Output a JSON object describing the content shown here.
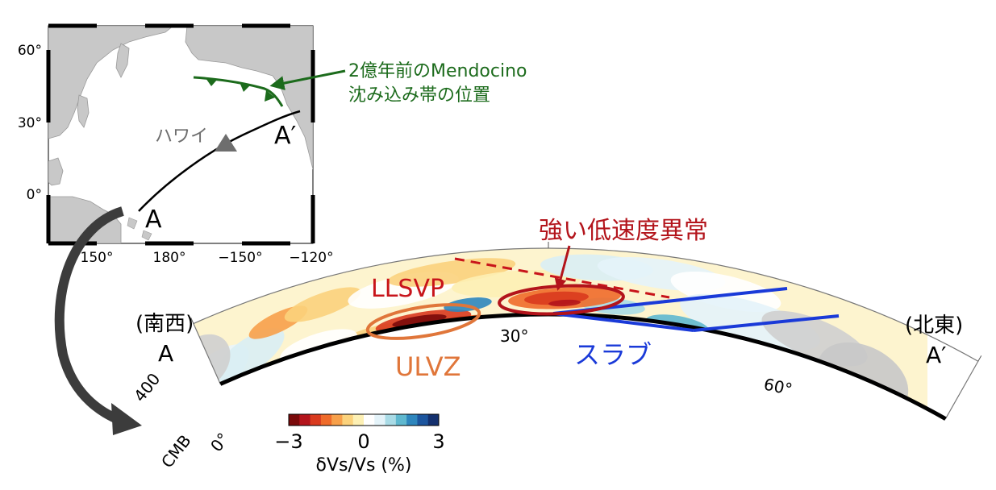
{
  "map": {
    "lat_labels": [
      "60°",
      "30°",
      "0°"
    ],
    "lon_labels": [
      "150°",
      "180°",
      "−150°",
      "−120°"
    ],
    "hawaii_label": "ハワイ",
    "point_a": "A",
    "point_a_prime": "A′",
    "mendocino_line1": "2億年前のMendocino",
    "mendocino_line2": "沈み込み帯の位置"
  },
  "section": {
    "left_region": "(南西)",
    "right_region": "(北東)",
    "left_end": "A",
    "right_end": "A′",
    "depth_label": "400",
    "cmb_label": "CMB",
    "angle_labels": [
      "0°",
      "30°",
      "60°"
    ],
    "llsvp_label": "LLSVP",
    "ulvz_label": "ULVZ",
    "slab_label": "スラブ",
    "strong_anomaly_label": "強い低速度異常"
  },
  "colorbar": {
    "ticks": [
      "−3",
      "0",
      "3"
    ],
    "label": "δVs/Vs (%)",
    "colors": [
      "#7a0a0a",
      "#b3141b",
      "#d93a1e",
      "#ef6b2a",
      "#f7a04a",
      "#fbd27c",
      "#fdf0b4",
      "#ffffff",
      "#e4f3f9",
      "#a9dbe6",
      "#5fb8cf",
      "#2e86bd",
      "#1c559e",
      "#14306e"
    ]
  },
  "colors": {
    "mendocino": "#1c6b1c",
    "llsvp": "#c8141a",
    "ulvz": "#e0763a",
    "slab": "#1a3ad8",
    "hawaii": "#6e6e6e"
  }
}
